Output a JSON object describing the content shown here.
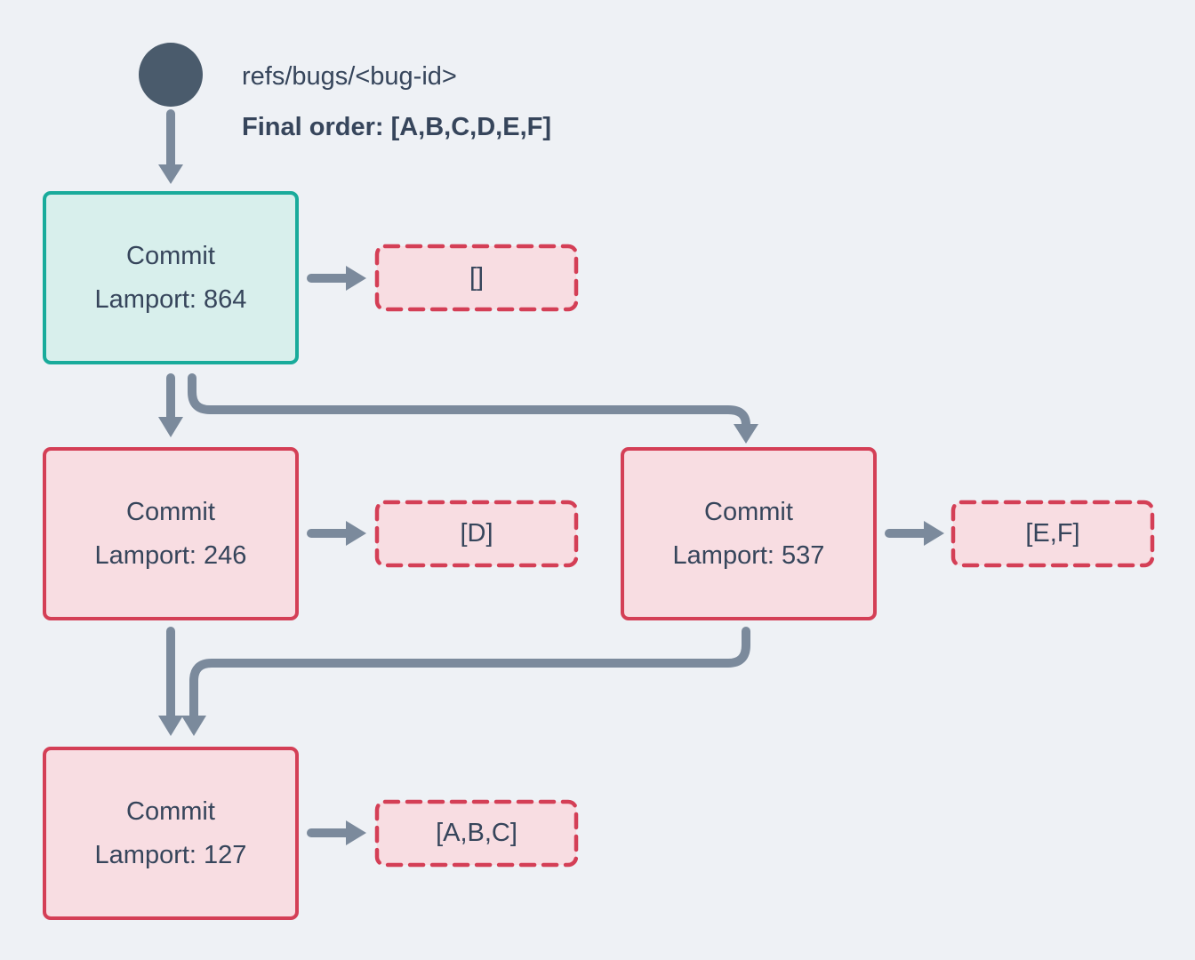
{
  "colors": {
    "background": "#eef1f5",
    "node_teal_bg": "#d8efec",
    "node_teal_border": "#19ab9b",
    "node_pink_bg": "#f8dde2",
    "node_pink_border": "#d43f56",
    "arrow": "#7b8a9c",
    "text": "#36455b",
    "ref_circle": "#4a5b6c"
  },
  "header": {
    "ref_name": "refs/bugs/<bug-id>",
    "final_order_label": "Final order: [A,B,C,D,E,F]"
  },
  "nodes": {
    "root": {
      "title": "Commit",
      "lamport": "Lamport: 864",
      "operations": "[]"
    },
    "left": {
      "title": "Commit",
      "lamport": "Lamport: 246",
      "operations": "[D]"
    },
    "right": {
      "title": "Commit",
      "lamport": "Lamport: 537",
      "operations": "[E,F]"
    },
    "merge": {
      "title": "Commit",
      "lamport": "Lamport: 127",
      "operations": "[A,B,C]"
    }
  }
}
